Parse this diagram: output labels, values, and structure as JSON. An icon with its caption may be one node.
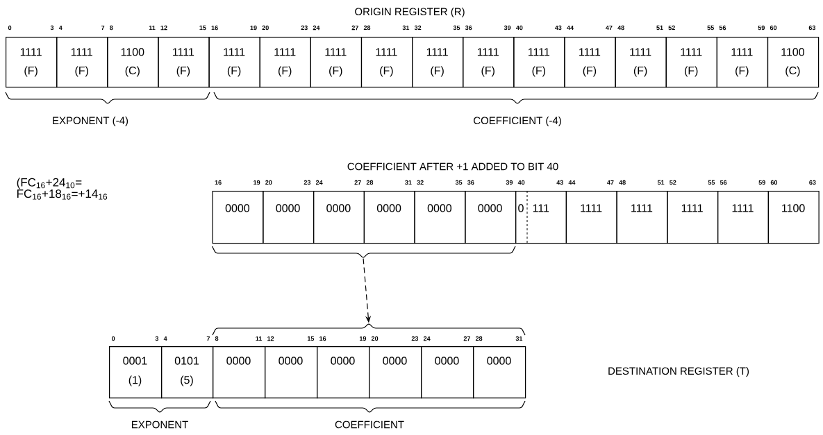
{
  "diagram": {
    "nodes": [
      {
        "text": [
          "1111",
          "(F)"
        ]
      },
      {
        "text": [
          "1111",
          "(F)"
        ]
      },
      {
        "text": [
          "1100",
          "(C)"
        ]
      },
      {
        "text": [
          "1111",
          "(F)"
        ]
      },
      {
        "text": [
          "1111",
          "(F)"
        ]
      },
      {
        "text": [
          "1111",
          "(F)"
        ]
      },
      {
        "text": [
          "1111",
          "(F)"
        ]
      },
      {
        "text": [
          "1111",
          "(F)"
        ]
      },
      {
        "text": [
          "1111",
          "(F)"
        ]
      },
      {
        "text": [
          "1111",
          "(F)"
        ]
      },
      {
        "text": [
          "1111",
          "(F)"
        ]
      },
      {
        "text": [
          "1111",
          "(F)"
        ]
      },
      {
        "text": [
          "1111",
          "(F)"
        ]
      },
      {
        "text": [
          "1111",
          "(F)"
        ]
      },
      {
        "text": [
          "1111",
          "(F)"
        ]
      },
      {
        "text": [
          "1100",
          "(C)"
        ]
      },
      {
        "text": [
          "0000"
        ]
      },
      {
        "text": [
          "0000"
        ]
      },
      {
        "text": [
          "0000"
        ]
      },
      {
        "text": [
          "0000"
        ]
      },
      {
        "text": [
          "0000"
        ]
      },
      {
        "text": [
          "0000"
        ]
      },
      {
        "text": [
          "0",
          "111"
        ]
      },
      {
        "text": [
          "1111"
        ]
      },
      {
        "text": [
          "1111"
        ]
      },
      {
        "text": [
          "1111"
        ]
      },
      {
        "text": [
          "1111"
        ]
      },
      {
        "text": [
          "1100"
        ]
      },
      {
        "text": [],
        "shape": "bracket"
      },
      {
        "text": [],
        "shape": "bracket"
      },
      {
        "text": [
          "0001",
          "(1)"
        ]
      },
      {
        "text": [
          "0101",
          "(5)"
        ]
      },
      {
        "text": [
          "0000"
        ]
      },
      {
        "text": [
          "0000"
        ]
      },
      {
        "text": [
          "0000"
        ]
      },
      {
        "text": [
          "0000"
        ]
      },
      {
        "text": [
          "0000"
        ]
      },
      {
        "text": [
          "0000"
        ]
      }
    ],
    "edges": [
      {
        "from": 28,
        "to": 29,
        "arrow": "to",
        "style": "dashed"
      }
    ],
    "labels": [
      "ORIGIN REGISTER (R)",
      "0",
      "3",
      "4",
      "7",
      "8",
      "11",
      "12",
      "15",
      "16",
      "19",
      "20",
      "23",
      "24",
      "27",
      "28",
      "31",
      "32",
      "35",
      "36",
      "39",
      "40",
      "43",
      "44",
      "47",
      "48",
      "51",
      "52",
      "55",
      "56",
      "59",
      "60",
      "63",
      "EXPONENT (-4)",
      "COEFFICIENT (-4)",
      "COEFFICIENT AFTER +1 ADDED TO BIT 40",
      "(FC$_{16}$+24$_{10}$= FC$_{16}$+18$_{16}$=+14$_{16}$",
      "16",
      "19",
      "20",
      "23",
      "24",
      "27",
      "28",
      "31",
      "32",
      "35",
      "36",
      "39",
      "40",
      "43",
      "44",
      "47",
      "48",
      "51",
      "52",
      "55",
      "56",
      "59",
      "60",
      "63",
      "0",
      "3",
      "4",
      "7",
      "8",
      "11",
      "12",
      "15",
      "16",
      "19",
      "20",
      "23",
      "24",
      "27",
      "28",
      "31",
      "DESTINATION REGISTER (T)",
      "EXPONENT",
      "COEFFICIENT"
    ]
  }
}
